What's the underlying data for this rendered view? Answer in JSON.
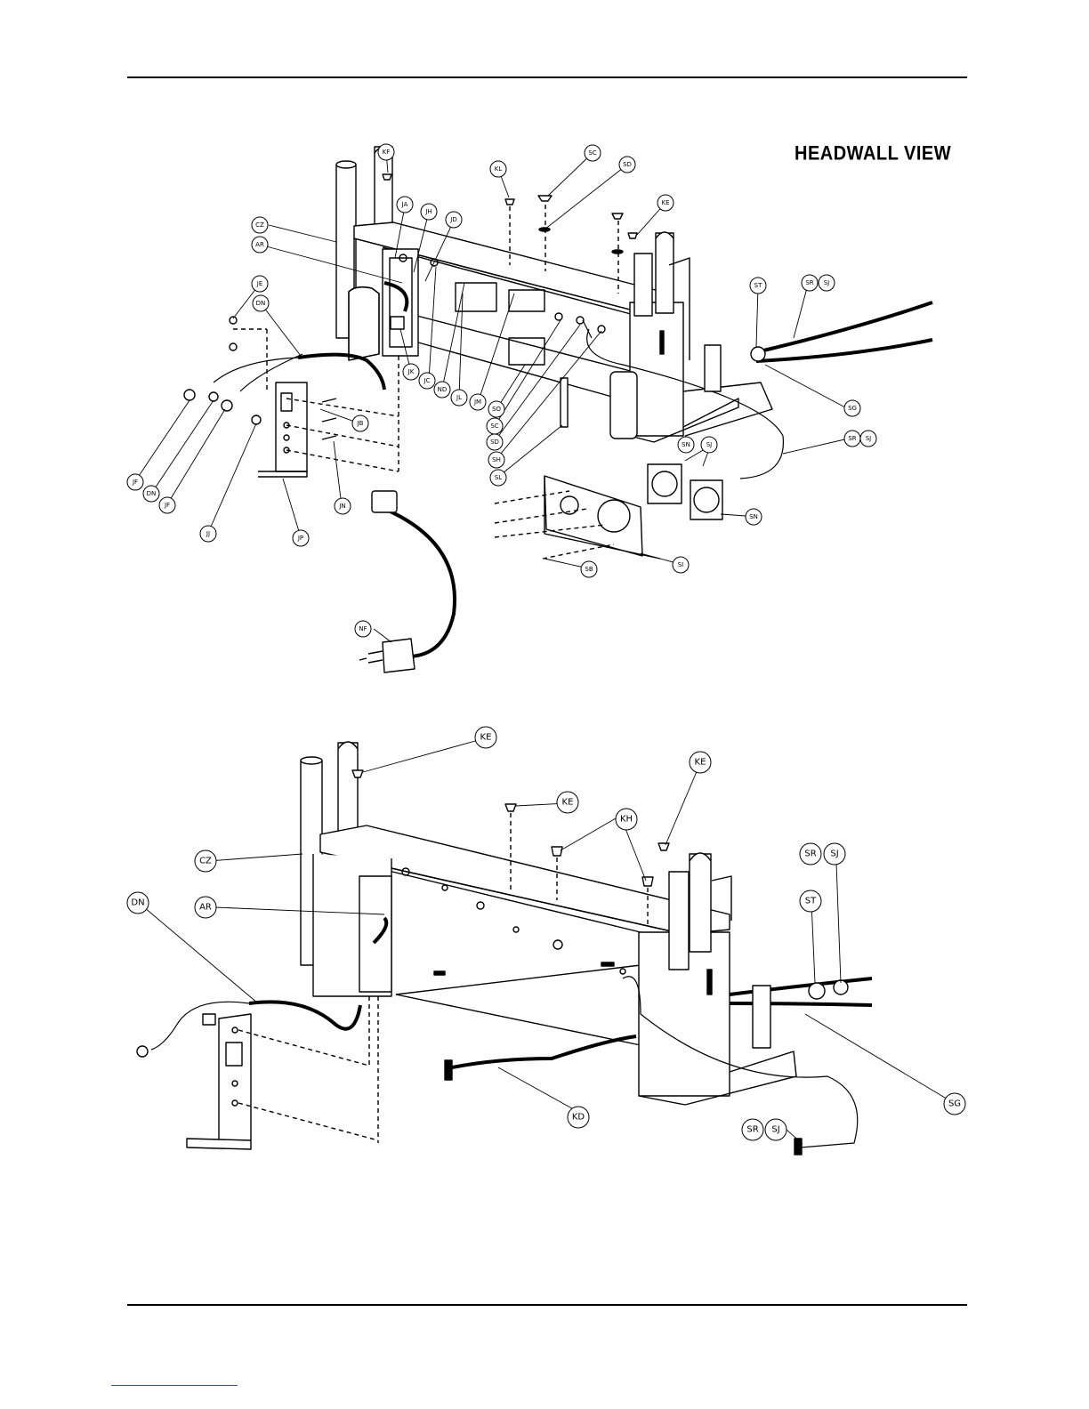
{
  "title": "HEADWALL VIEW",
  "top_view": {
    "callouts": [
      "KF",
      "KL",
      "SC",
      "SD",
      "KE",
      "CZ",
      "AR",
      "JA",
      "JH",
      "JD",
      "JE",
      "DN",
      "JB",
      "JK",
      "JC",
      "ND",
      "JL",
      "JM",
      "SO",
      "SC",
      "SD",
      "SH",
      "SL",
      "JF",
      "DN",
      "JF",
      "JJ",
      "JP",
      "JN",
      "ST",
      "SR",
      "SJ",
      "SG",
      "SR",
      "SJ",
      "SN",
      "SJ",
      "SN",
      "SI",
      "SB",
      "NF"
    ]
  },
  "bottom_view": {
    "callouts": [
      "KE",
      "CZ",
      "KE",
      "KE",
      "KH",
      "SR",
      "SJ",
      "ST",
      "DN",
      "AR",
      "SG",
      "KD",
      "SR",
      "SJ"
    ]
  }
}
